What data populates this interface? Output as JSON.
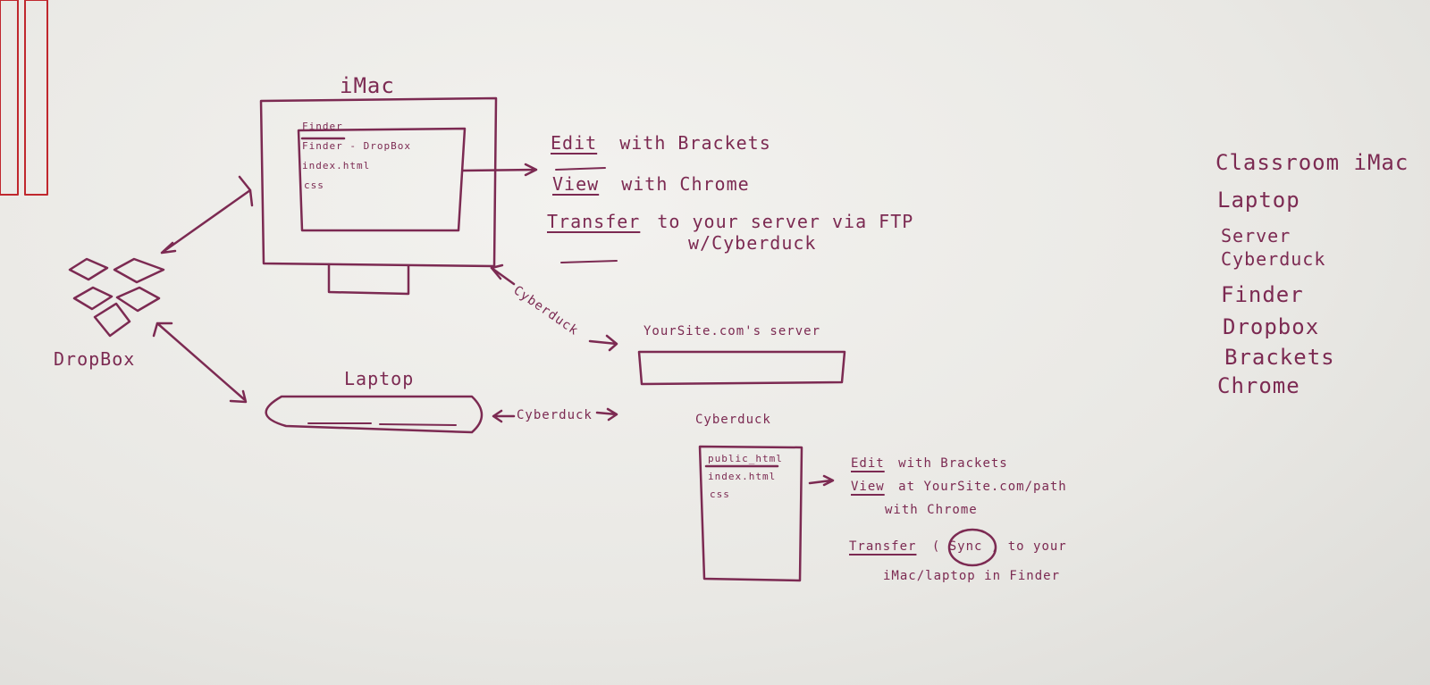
{
  "imac": {
    "title": "iMac",
    "finder_header": "Finder",
    "files": [
      "Finder - DropBox",
      "index.html",
      "css"
    ]
  },
  "imac_steps": [
    {
      "verb": "Edit",
      "rest": "with Brackets"
    },
    {
      "verb": "View",
      "rest": "with Chrome"
    },
    {
      "verb": "Transfer",
      "rest": "to your server via FTP"
    },
    {
      "verb": "",
      "rest": "w/Cyberduck"
    }
  ],
  "dropbox": {
    "label": "DropBox"
  },
  "laptop": {
    "label": "Laptop"
  },
  "server": {
    "label": "YourSite.com's server"
  },
  "cyberduck_labels": {
    "imac_link": "Cyberduck",
    "laptop_link": "Cyberduck"
  },
  "cyberduck_window": {
    "title": "Cyberduck",
    "files": [
      "public_html",
      "index.html",
      "css"
    ]
  },
  "server_steps": [
    {
      "verb": "Edit",
      "rest": "with Brackets"
    },
    {
      "verb": "View",
      "rest": "at YourSite.com/path"
    },
    {
      "verb": "",
      "rest": "with Chrome"
    },
    {
      "verb": "Transfer",
      "rest": "( Sync ) to your"
    },
    {
      "verb": "",
      "rest": "iMac/laptop in Finder"
    }
  ],
  "legend": [
    "Classroom iMac",
    "Laptop",
    "Server",
    "Cyberduck",
    "Finder",
    "Dropbox",
    "Brackets",
    "Chrome"
  ],
  "colors": {
    "marker": "#7c2a52",
    "board": "#ecebe8",
    "red_strip": "#c0272d"
  }
}
